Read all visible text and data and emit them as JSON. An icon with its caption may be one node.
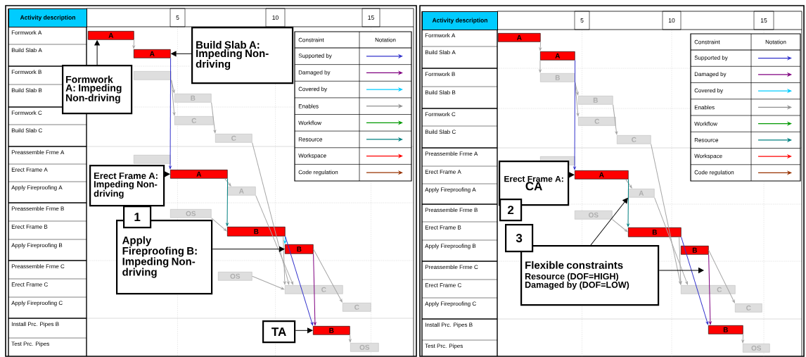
{
  "diagram": {
    "nodes": [
      {
        "text": [
          "A"
        ]
      },
      {
        "text": [
          "A"
        ]
      },
      {
        "text": [],
        "shape": "bar"
      },
      {
        "text": [
          "B"
        ]
      },
      {
        "text": [
          "C"
        ]
      },
      {
        "text": [
          "C"
        ]
      },
      {
        "text": [],
        "shape": "bar"
      },
      {
        "text": [
          "A"
        ]
      },
      {
        "text": [
          "A"
        ]
      },
      {
        "text": [
          "OS"
        ]
      },
      {
        "text": [
          "B"
        ]
      },
      {
        "text": [
          "B"
        ]
      },
      {
        "text": [
          "OS"
        ]
      },
      {
        "text": [
          "C"
        ]
      },
      {
        "text": [
          "C"
        ]
      },
      {
        "text": [
          "B"
        ]
      },
      {
        "text": [
          "OS"
        ]
      },
      {
        "text": [
          "Formwork A: Impeding Non-driving"
        ]
      },
      {
        "text": [
          "Build Slab A: Impeding Non-driving"
        ]
      },
      {
        "text": [
          "Erect Frame A: Impeding Non-driving"
        ]
      },
      {
        "text": [
          "1"
        ]
      },
      {
        "text": [
          "Apply Fireproofing B: Impeding Non-driving"
        ]
      },
      {
        "text": [
          "TA"
        ]
      },
      {
        "text": [
          "A"
        ]
      },
      {
        "text": [
          "A"
        ]
      },
      {
        "text": [
          "B"
        ]
      },
      {
        "text": [
          "B"
        ]
      },
      {
        "text": [
          "C"
        ]
      },
      {
        "text": [
          "C"
        ]
      },
      {
        "text": [],
        "shape": "bar"
      },
      {
        "text": [
          "A"
        ]
      },
      {
        "text": [
          "A"
        ]
      },
      {
        "text": [
          "OS"
        ]
      },
      {
        "text": [
          "B"
        ]
      },
      {
        "text": [
          "B"
        ]
      },
      {
        "text": [
          "C"
        ]
      },
      {
        "text": [
          "C"
        ]
      },
      {
        "text": [
          "B"
        ]
      },
      {
        "text": [
          "OS"
        ]
      },
      {
        "text": [
          "Erect Frame A:",
          "CA"
        ]
      },
      {
        "text": [
          "2"
        ]
      },
      {
        "text": [
          "3"
        ]
      },
      {
        "text": [
          "Flexible constraints",
          "Resource (DOF=HIGH)",
          "Damaged by (DOF=LOW)"
        ]
      }
    ],
    "edges": [
      {
        "from": 0,
        "to": 1,
        "arrow": "to"
      },
      {
        "from": 2,
        "to": 3,
        "arrow": "to"
      },
      {
        "from": 2,
        "to": 4,
        "arrow": "to"
      },
      {
        "from": 3,
        "to": 5,
        "arrow": "to"
      },
      {
        "from": 1,
        "to": 7,
        "arrow": "to",
        "color": "#3333cc"
      },
      {
        "from": 7,
        "to": 8,
        "arrow": "to"
      },
      {
        "from": 7,
        "to": 10,
        "arrow": "to",
        "color": "#008080"
      },
      {
        "from": 9,
        "to": 10,
        "arrow": "to"
      },
      {
        "from": 5,
        "to": 13,
        "arrow": "to"
      },
      {
        "from": 8,
        "to": 13,
        "arrow": "to"
      },
      {
        "from": 10,
        "to": 11,
        "arrow": "to",
        "color": "#00ccff"
      },
      {
        "from": 10,
        "to": 13,
        "arrow": "to"
      },
      {
        "from": 10,
        "to": 15,
        "arrow": "to",
        "color": "#3333cc"
      },
      {
        "from": 11,
        "to": 15,
        "arrow": "to",
        "color": "#800080"
      },
      {
        "from": 11,
        "to": 14,
        "arrow": "to"
      },
      {
        "from": 12,
        "to": 13,
        "arrow": "to"
      },
      {
        "from": 15,
        "to": 16,
        "arrow": "to"
      },
      {
        "from": 17,
        "to": 0,
        "arrow": "to",
        "color": "#000000"
      },
      {
        "from": 18,
        "to": 1,
        "arrow": "to",
        "color": "#000000"
      },
      {
        "from": 19,
        "to": 7,
        "arrow": "to",
        "color": "#000000"
      },
      {
        "from": 21,
        "to": 11,
        "arrow": "to",
        "color": "#000000"
      },
      {
        "from": 22,
        "to": 15,
        "arrow": "to",
        "color": "#000000"
      },
      {
        "from": 23,
        "to": 24,
        "arrow": "to"
      },
      {
        "from": 24,
        "to": 25,
        "arrow": "to"
      },
      {
        "from": 25,
        "to": 26,
        "arrow": "to"
      },
      {
        "from": 25,
        "to": 27,
        "arrow": "to"
      },
      {
        "from": 26,
        "to": 28,
        "arrow": "to"
      },
      {
        "from": 24,
        "to": 30,
        "arrow": "to",
        "color": "#3333cc"
      },
      {
        "from": 30,
        "to": 31,
        "arrow": "to"
      },
      {
        "from": 30,
        "to": 33,
        "arrow": "to",
        "color": "#008080"
      },
      {
        "from": 32,
        "to": 33,
        "arrow": "to"
      },
      {
        "from": 28,
        "to": 35,
        "arrow": "to"
      },
      {
        "from": 31,
        "to": 35,
        "arrow": "to"
      },
      {
        "from": 33,
        "to": 37,
        "arrow": "to",
        "color": "#3333cc"
      },
      {
        "from": 34,
        "to": 37,
        "arrow": "to",
        "color": "#800080"
      },
      {
        "from": 34,
        "to": 36,
        "arrow": "to"
      },
      {
        "from": 33,
        "to": 35,
        "arrow": "to"
      },
      {
        "from": 37,
        "to": 38,
        "arrow": "to"
      },
      {
        "from": 39,
        "to": 30,
        "arrow": "to",
        "color": "#000000"
      },
      {
        "from": 42,
        "to": 31,
        "arrow": "to",
        "color": "#000000"
      },
      {
        "from": 42,
        "to": null,
        "arrow": "to",
        "color": "#000000"
      }
    ],
    "labels": [
      "Activity description",
      "Formwork A",
      "Build Slab A",
      "Formwork B",
      "Build Slab B",
      "Formwork C",
      "Build Slab C",
      "Preassemble Frme A",
      "Erect Frame A",
      "Apply Fireproofing A",
      "Preassemble Frme B",
      "Erect Frame B",
      "Apply Fireproofing B",
      "Preassemble Frme C",
      "Erect Frame C",
      "Apply Fireproofing C",
      "Install Prc. Pipes B",
      "Test Prc. Pipes",
      "5",
      "10",
      "15",
      "Constraint",
      "Notation",
      "Activity description",
      "Formwork A",
      "Build Slab A",
      "Formwork B",
      "Build Slab B",
      "Formwork C",
      "Build Slab C",
      "Preassemble Frme A",
      "Erect Frame A",
      "Apply Fireproofing A",
      "Preassemble Frme B",
      "Erect Frame B",
      "Apply Fireproofing B",
      "Preassemble Frme C",
      "Erect Frame C",
      "Apply Fireproofing C",
      "Install Prc. Pipes B",
      "Test Prc. Pipes",
      "5",
      "10",
      "15",
      "Constraint",
      "Notation"
    ],
    "legend": [
      {
        "text": "Supported by"
      },
      {
        "text": "Damaged by"
      },
      {
        "text": "Covered by"
      },
      {
        "text": "Enables"
      },
      {
        "text": "Workflow"
      },
      {
        "text": "Resource"
      },
      {
        "text": "Workspace"
      },
      {
        "text": "Code regulation"
      },
      {
        "text": "Supported by"
      },
      {
        "text": "Damaged by"
      },
      {
        "text": "Covered by"
      },
      {
        "text": "Enables"
      },
      {
        "text": "Workflow"
      },
      {
        "text": "Resource"
      },
      {
        "text": "Workspace"
      },
      {
        "text": "Code regulation"
      }
    ]
  }
}
